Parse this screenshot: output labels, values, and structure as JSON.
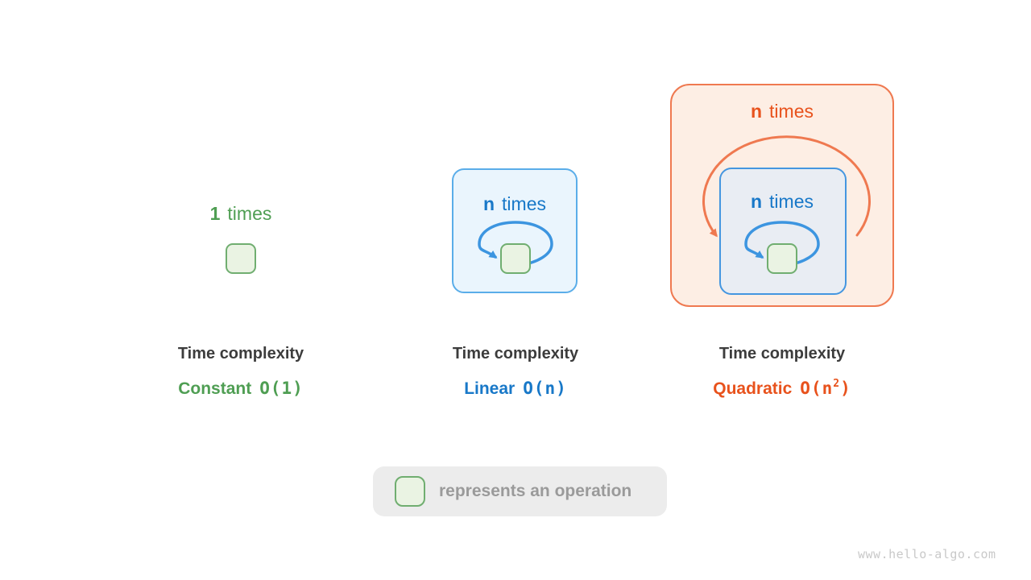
{
  "panels": {
    "constant": {
      "count": "1",
      "word": "times",
      "title": "Time complexity",
      "label": "Constant",
      "big_o": "O(1)"
    },
    "linear": {
      "count": "n",
      "word": "times",
      "title": "Time complexity",
      "label": "Linear",
      "big_o": "O(n)"
    },
    "quadratic": {
      "outer_count": "n",
      "outer_word": "times",
      "inner_count": "n",
      "inner_word": "times",
      "title": "Time complexity",
      "label": "Quadratic",
      "big_o_prefix": "O(n",
      "big_o_sup": "2",
      "big_o_suffix": ")"
    }
  },
  "legend": {
    "text": "represents an operation"
  },
  "watermark": "www.hello-algo.com",
  "colors": {
    "green_text": "#4f9e53",
    "green_square_border": "#70ae70",
    "green_square_fill": "#eaf3e3",
    "blue_text": "#1878c8",
    "blue_box_border": "#5aade9",
    "blue_box_fill": "#eaf5fd",
    "blue_arrow": "#3c95e0",
    "inner_box_fill": "#e9edf3",
    "orange_text": "#e8521c",
    "orange_border": "#ef7950",
    "orange_box_fill": "#fdeee4",
    "caption_text": "#3c3c3c",
    "legend_bg": "#ececec",
    "legend_text": "#9a9a9a",
    "watermark_text": "#c9c9c9"
  }
}
